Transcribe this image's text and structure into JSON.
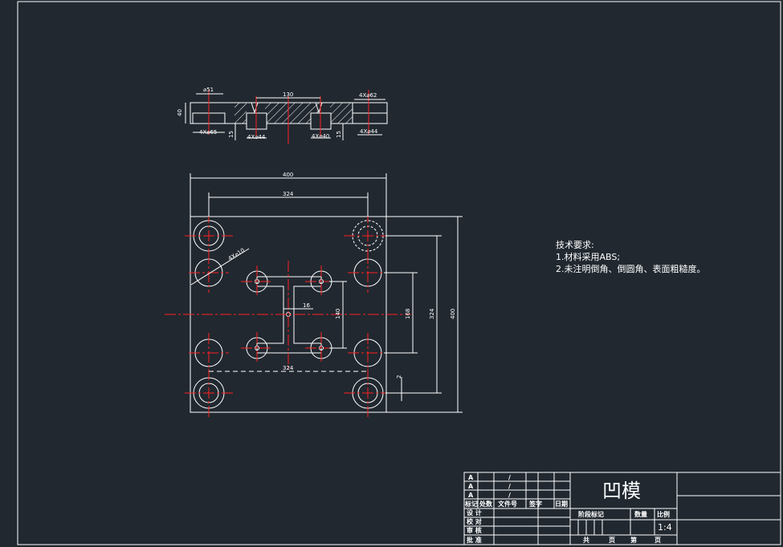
{
  "colors": {
    "background": "#212830",
    "outline": "#ffffff",
    "centerline": "#ff2020",
    "hatch": "#ffffff"
  },
  "section_view": {
    "dims": {
      "d51": "⌀51",
      "d130": "130",
      "d4x62": "4X⌀62",
      "d40": "40",
      "d4x65": "4X⌀65",
      "d15a": "15",
      "d4x44a": "4X⌀44",
      "d4x40": "4X⌀40",
      "d15b": "15",
      "d4x44b": "4X⌀44"
    }
  },
  "plan_view": {
    "dims": {
      "w400": "400",
      "w324_top": "324",
      "hole_4x10": "4X⌀10",
      "w16": "16",
      "h140": "140",
      "h168": "168",
      "h324": "324",
      "h400": "400",
      "w324_bottom": "324",
      "d2": "2"
    }
  },
  "tech_notes": {
    "title": "技术要求:",
    "line1": "1.材料采用ABS;",
    "line2": "2.未注明倒角、倒圆角、表面粗糙度。"
  },
  "title_block": {
    "part_name": "凹模",
    "scale": "1:4",
    "rev_mark": "A",
    "slash": "/",
    "header_row": [
      "标记",
      "处数",
      "文件号",
      "签字",
      "日期"
    ],
    "role_design": "设  计",
    "role_check": "校  对",
    "role_review": "审  核",
    "role_approve": "批  准",
    "stage_label": "阶段标记",
    "qty_label": "数量",
    "scale_label": "比例",
    "sheet_total": "共",
    "sheet_unit1": "页",
    "sheet_no": "第",
    "sheet_unit2": "页"
  }
}
